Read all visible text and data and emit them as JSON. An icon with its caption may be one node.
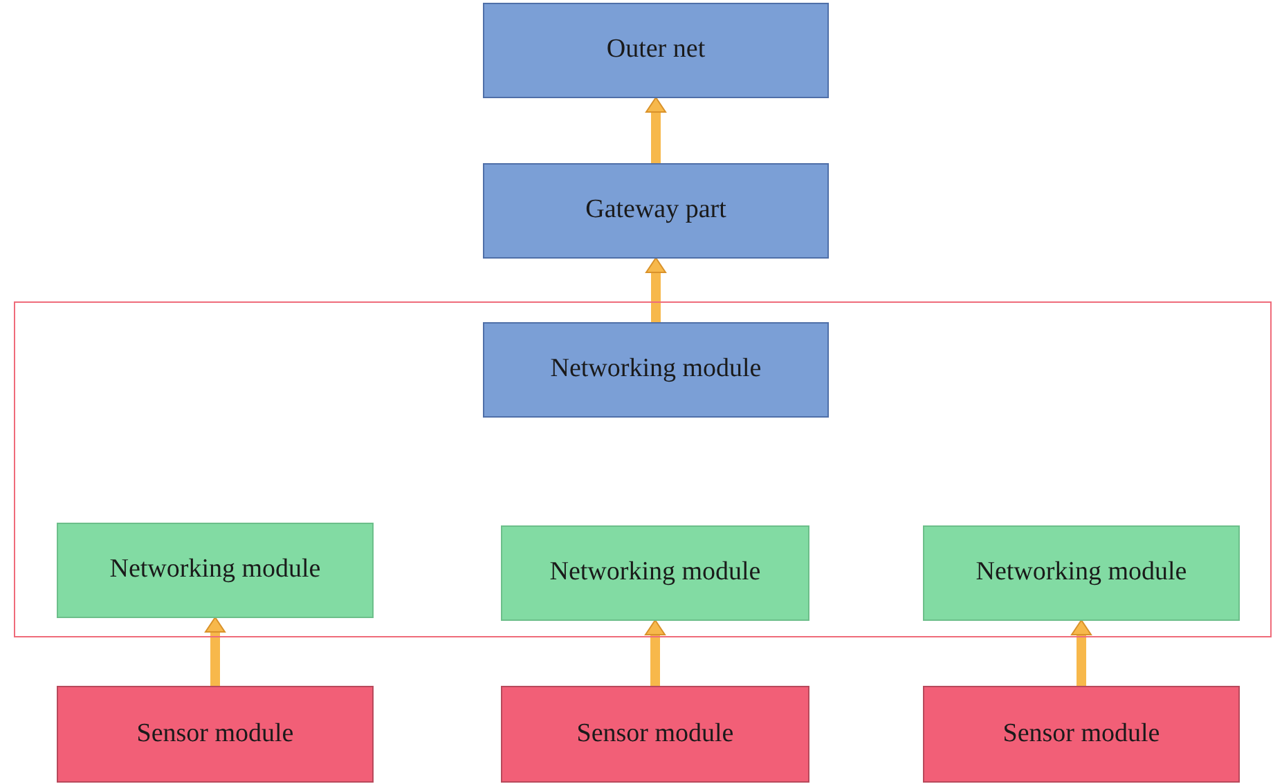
{
  "diagram": {
    "nodes": [
      {
        "text": [
          "Outer net"
        ]
      },
      {
        "text": [
          "Gateway part"
        ]
      },
      {
        "text": [],
        "shape": "box"
      },
      {
        "text": [
          "Networking module"
        ],
        "in": 2
      },
      {
        "text": [
          "Networking module"
        ],
        "in": 2
      },
      {
        "text": [
          "Networking module"
        ],
        "in": 2
      },
      {
        "text": [
          "Networking module"
        ],
        "in": 2
      },
      {
        "text": [
          "Sensor module"
        ]
      },
      {
        "text": [
          "Sensor module"
        ]
      },
      {
        "text": [
          "Sensor module"
        ]
      }
    ],
    "edges": [
      {
        "from": 3,
        "to": 1,
        "arrow": "to"
      },
      {
        "from": 1,
        "to": 0,
        "arrow": "to"
      },
      {
        "from": 7,
        "to": 4,
        "arrow": "to"
      },
      {
        "from": 8,
        "to": 5,
        "arrow": "to"
      },
      {
        "from": 9,
        "to": 6,
        "arrow": "to"
      }
    ]
  }
}
